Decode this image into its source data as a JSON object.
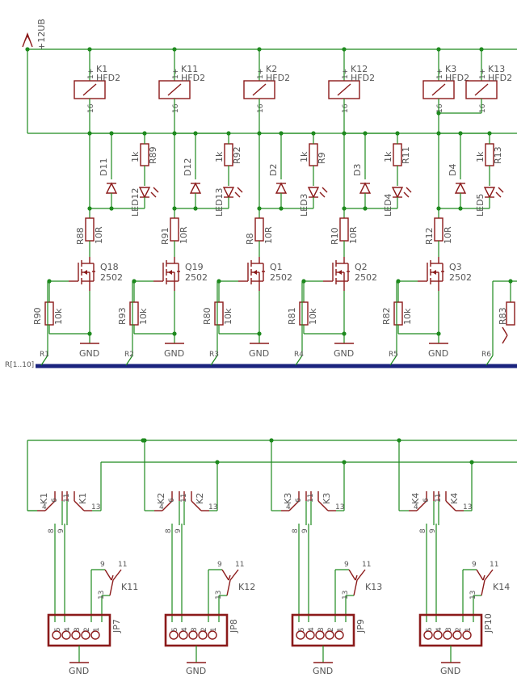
{
  "supply": {
    "label": "+12UB"
  },
  "bus": {
    "label": "R[1..10]"
  },
  "ground": "GND",
  "relay_pin_top": "1+",
  "relay_pin_bottom": "16",
  "relay_model": "HFD2",
  "led_resistor_value": "1k",
  "gate_resistor_value": "10R",
  "pulldown_value": "10k",
  "mosfet_value": "2502",
  "channels": [
    {
      "relay": "K1",
      "relay_b": "K11",
      "diode": "D11",
      "diode_b": "D12",
      "led": "LED12",
      "led_b": "LED13",
      "res_led": "R89",
      "res_led_b": "R92",
      "res_gate": "R88",
      "res_gate_b": "R91",
      "fet": "Q18",
      "fet_b": "Q19",
      "res_pd": "R90",
      "res_pd_b": "R93",
      "net": "R1",
      "net_b": "R2"
    }
  ],
  "stage1": [
    {
      "relay": "K1",
      "diode": "D11",
      "led": "LED12",
      "res_led": "R89",
      "res_gate": "R88",
      "fet": "Q18",
      "res_pd": "R90",
      "net": "R1"
    },
    {
      "relay": "K11",
      "diode": "D12",
      "led": "LED13",
      "res_led": "R92",
      "res_gate": "R91",
      "fet": "Q19",
      "res_pd": "R93",
      "net": "R2"
    },
    {
      "relay": "K2",
      "diode": "D2",
      "led": "LED3",
      "res_led": "R9",
      "res_gate": "R8",
      "fet": "Q1",
      "res_pd": "R80",
      "net": "R3"
    },
    {
      "relay": "K12",
      "diode": "D3",
      "led": "LED4",
      "res_led": "R11",
      "res_gate": "R10",
      "fet": "Q2",
      "res_pd": "R81",
      "net": "R4"
    },
    {
      "relay": "K3",
      "diode": "D4",
      "led": "LED5",
      "res_led": "R13",
      "res_gate": "R12",
      "fet": "Q3",
      "res_pd": "R82",
      "net": "R5"
    },
    {
      "relay": "K13",
      "res_pd": "R83",
      "net": "R6"
    }
  ],
  "contacts": [
    {
      "relay": "K1",
      "relay_b": "K11",
      "connector": "JP7"
    },
    {
      "relay": "K2",
      "relay_b": "K12",
      "connector": "JP8"
    },
    {
      "relay": "K3",
      "relay_b": "K13",
      "connector": "JP9"
    },
    {
      "relay": "K4",
      "relay_b": "K14",
      "connector": "JP10"
    }
  ],
  "contact_pins": {
    "p4": "4",
    "p6": "6",
    "p11": "11",
    "p13": "13",
    "p8": "8",
    "p9": "9"
  },
  "connector_pins": [
    "5",
    "4",
    "3",
    "2",
    "1"
  ],
  "colors": {
    "wire": "#1e8a1e",
    "part": "#8b1a1a",
    "bus": "#1a237e",
    "text": "#555555"
  }
}
